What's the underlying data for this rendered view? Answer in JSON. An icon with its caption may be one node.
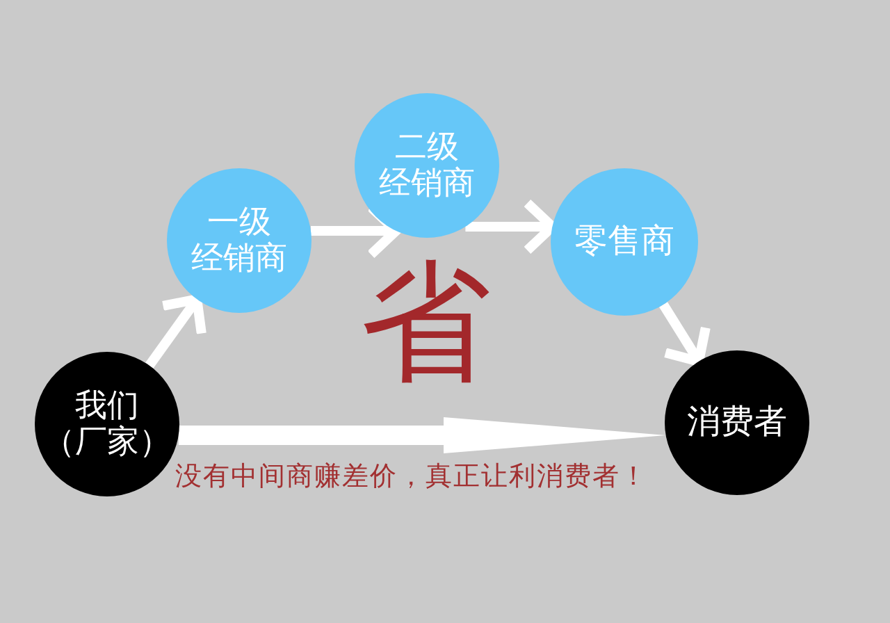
{
  "diagram": {
    "nodes": [
      {
        "text": [
          "我们（厂家）"
        ]
      },
      {
        "text": [
          "一级经销商"
        ]
      },
      {
        "text": [
          "二级经销商"
        ]
      },
      {
        "text": [
          "零售商"
        ]
      },
      {
        "text": [
          "消费者"
        ]
      }
    ],
    "edges": [
      {
        "from": 0,
        "to": 1,
        "arrow": "to"
      },
      {
        "from": 1,
        "to": 2,
        "arrow": "to"
      },
      {
        "from": 2,
        "to": 3,
        "arrow": "to"
      },
      {
        "from": 3,
        "to": 4,
        "arrow": "to"
      },
      {
        "from": 0,
        "to": 4,
        "arrow": "to",
        "style": "thick"
      }
    ],
    "labels": [
      "省",
      "没有中间商赚差价，真正让利消费者！"
    ]
  }
}
